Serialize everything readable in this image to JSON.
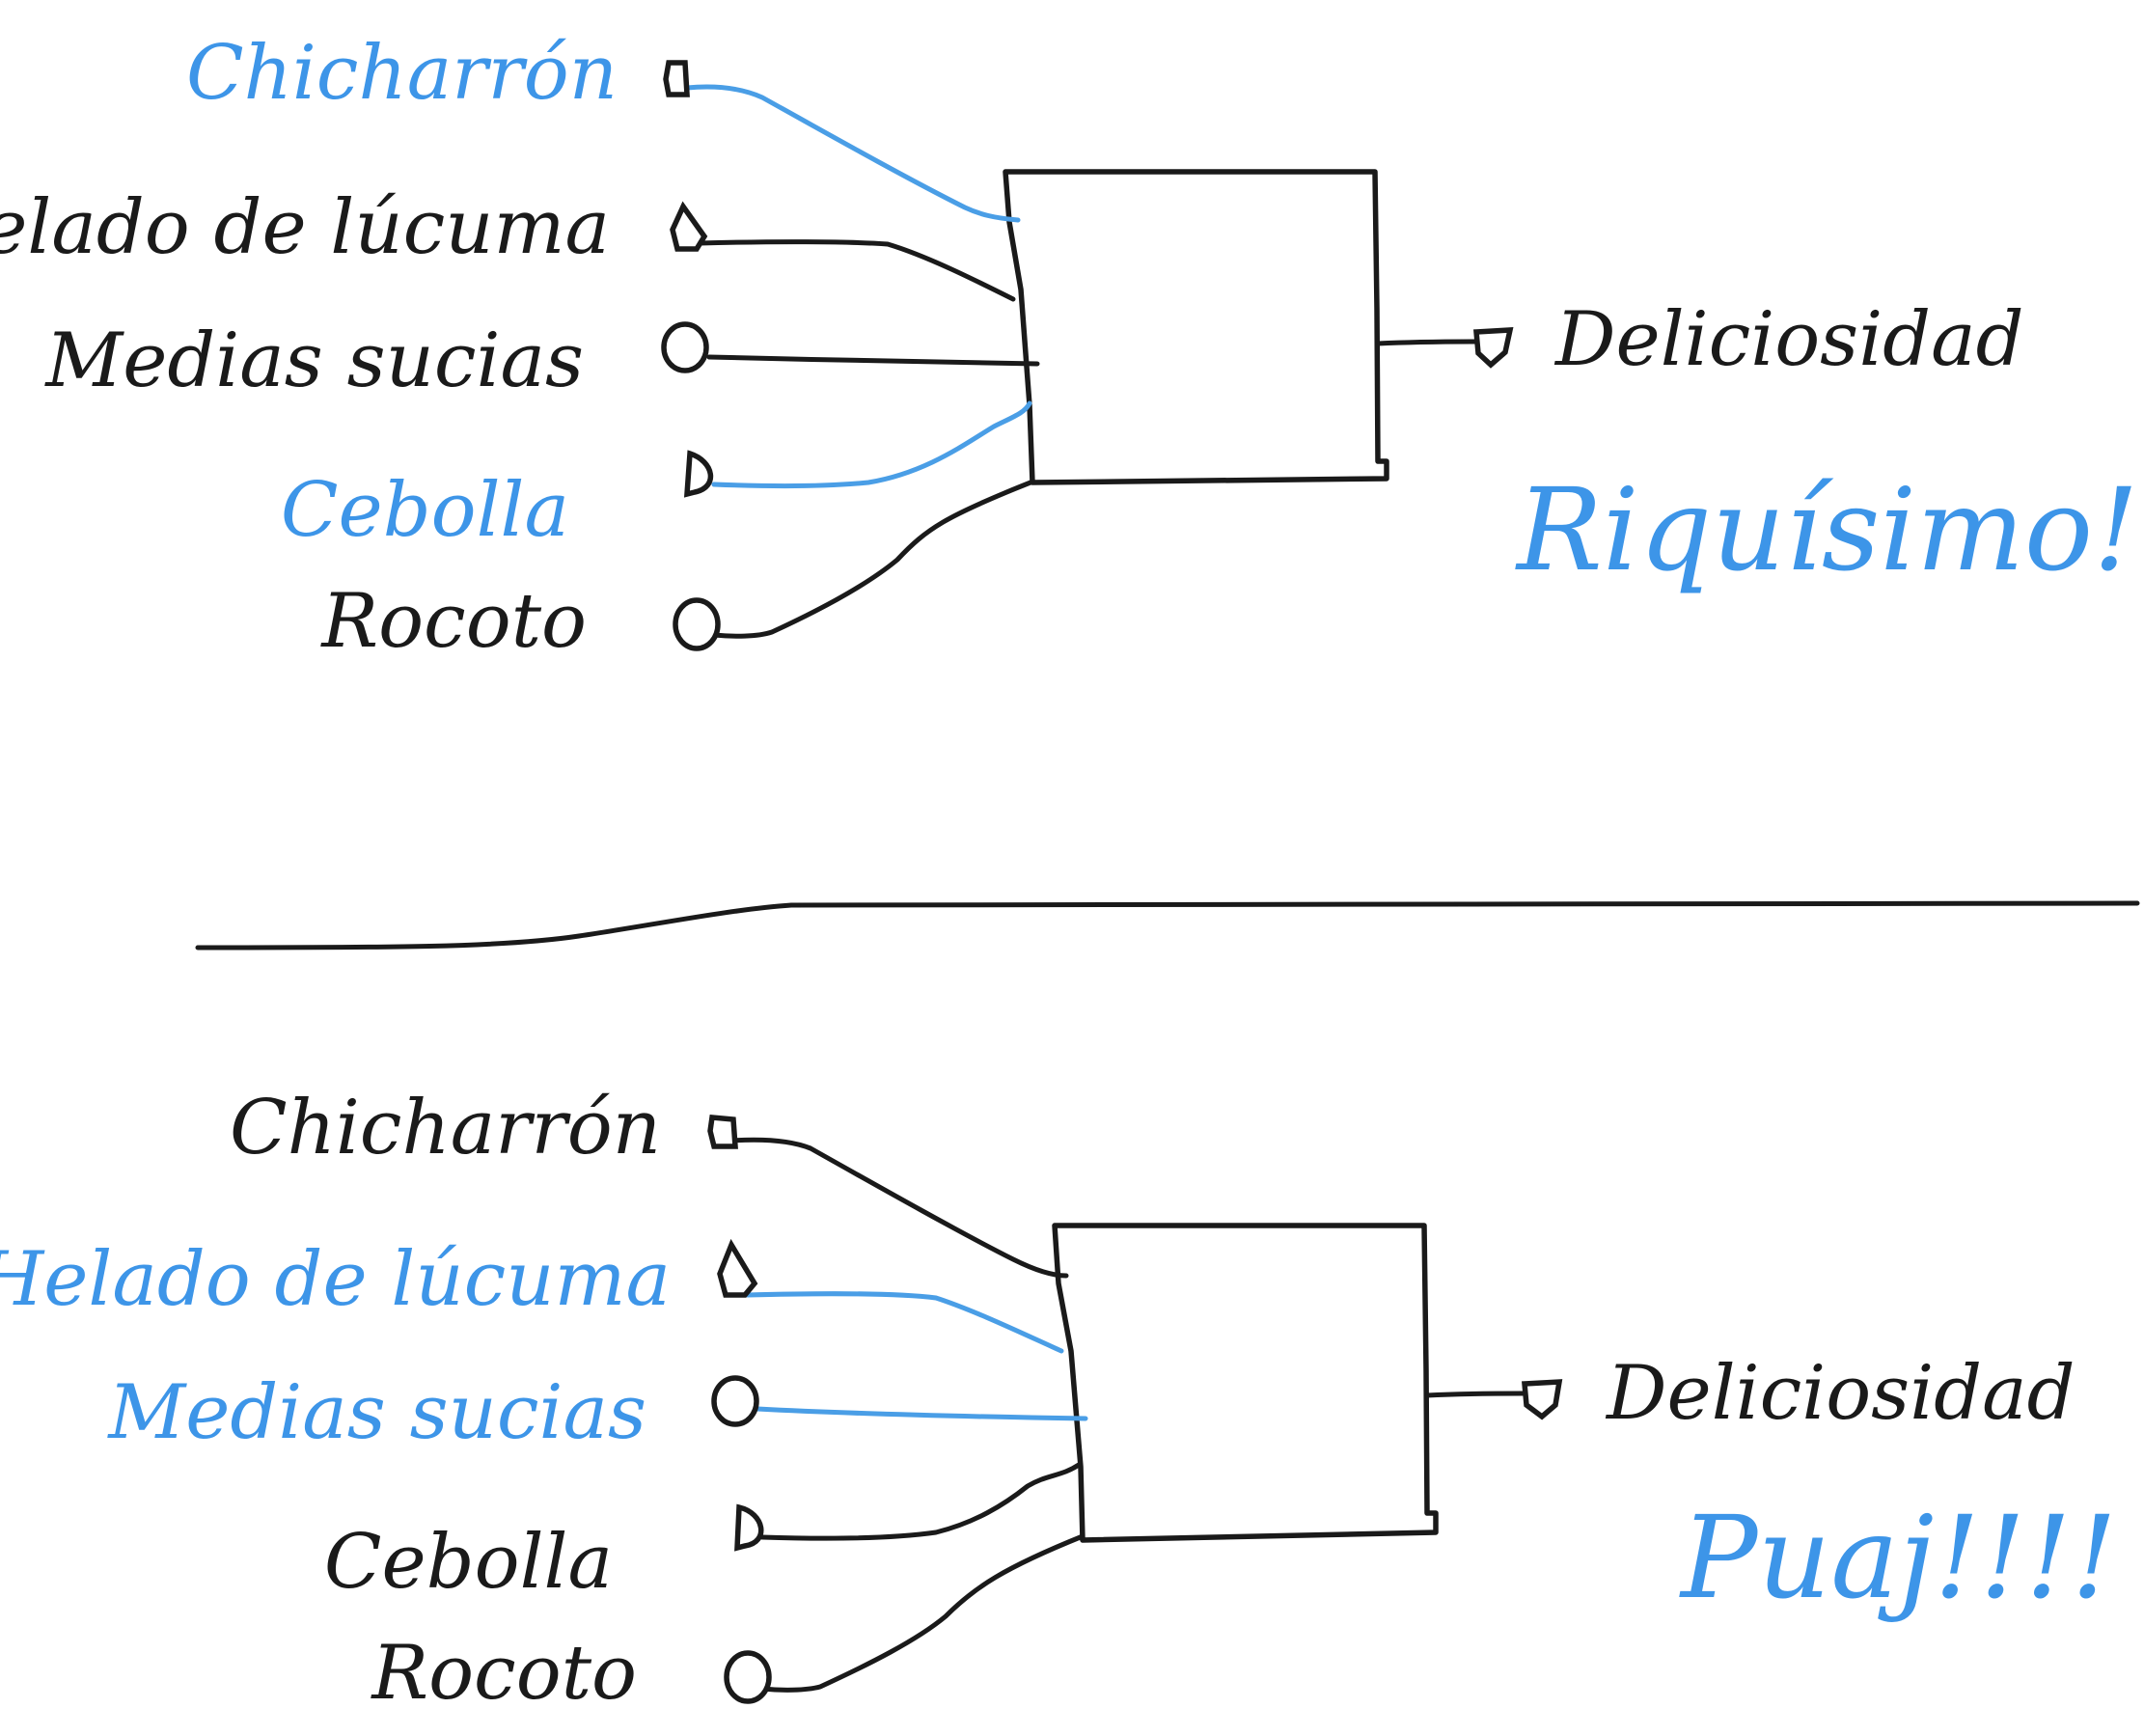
{
  "colors": {
    "ink": "#1a1a1a",
    "highlight": "#3d95e8",
    "background": "#ffffff"
  },
  "diagrams": [
    {
      "inputs": [
        {
          "label": "Chicharrón",
          "highlight": true
        },
        {
          "label": "Helado de lúcuma",
          "highlight": false
        },
        {
          "label": "Medias sucias",
          "highlight": false
        },
        {
          "label": "Cebolla",
          "highlight": true
        },
        {
          "label": "Rocoto",
          "highlight": false
        }
      ],
      "output": "Deliciosidad",
      "verdict": "Riquísimo!!!"
    },
    {
      "inputs": [
        {
          "label": "Chicharrón",
          "highlight": false
        },
        {
          "label": "Helado de lúcuma",
          "highlight": true
        },
        {
          "label": "Medias sucias",
          "highlight": true
        },
        {
          "label": "Cebolla",
          "highlight": false
        },
        {
          "label": "Rocoto",
          "highlight": false
        }
      ],
      "output": "Deliciosidad",
      "verdict": "Puaj!!!!"
    }
  ]
}
